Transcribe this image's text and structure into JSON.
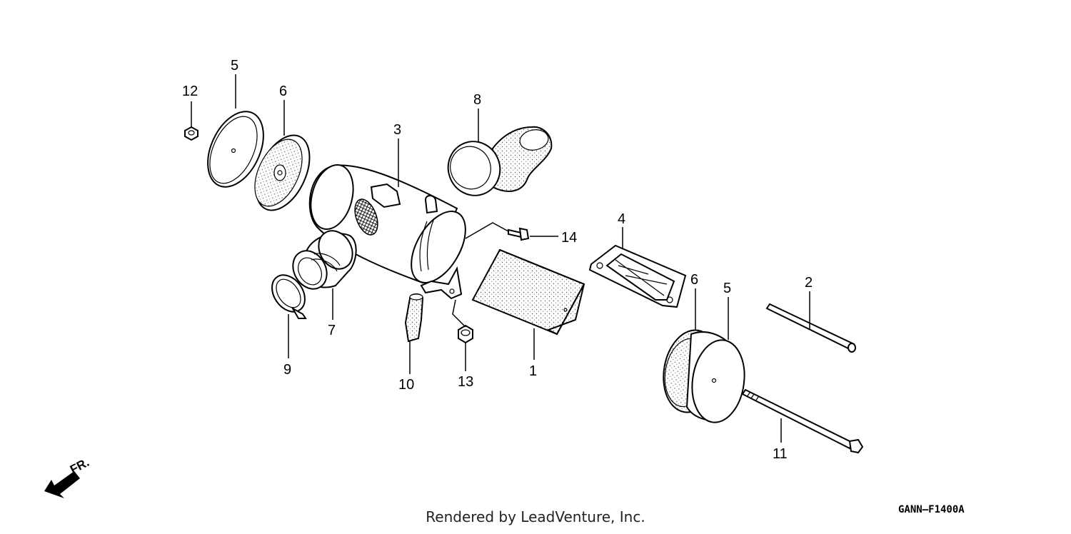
{
  "callouts": {
    "c1": "1",
    "c2": "2",
    "c3": "3",
    "c4": "4",
    "c5a": "5",
    "c5b": "5",
    "c6a": "6",
    "c6b": "6",
    "c7": "7",
    "c8": "8",
    "c9": "9",
    "c10": "10",
    "c11": "11",
    "c12": "12",
    "c13": "13",
    "c14": "14"
  },
  "front_indicator": "FR.",
  "credit": "Rendered by LeadVenture, Inc.",
  "diagram_code": "GANN–F1400A"
}
